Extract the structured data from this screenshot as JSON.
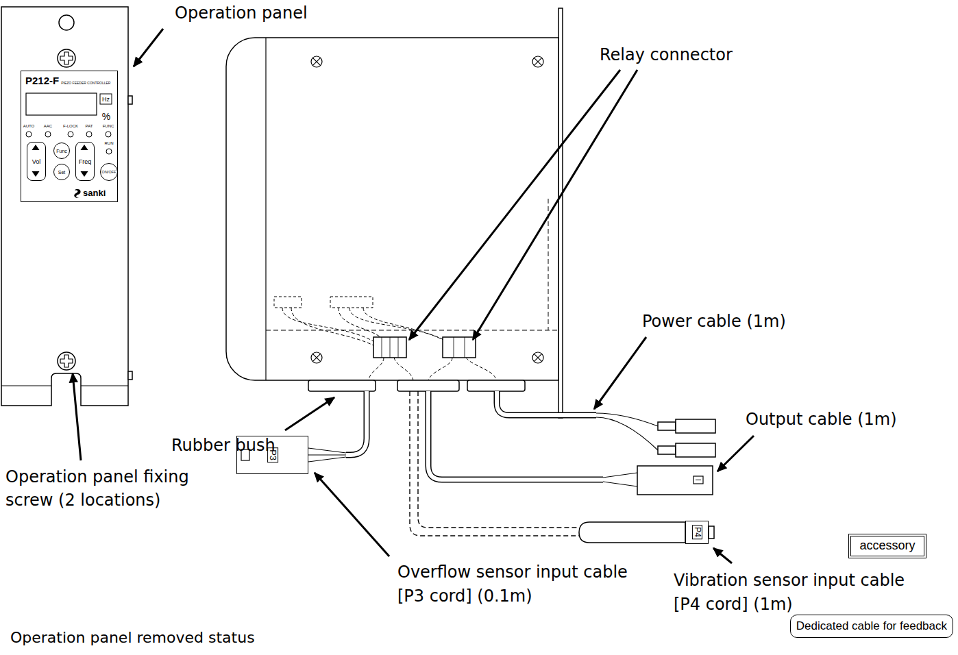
{
  "diagram": {
    "nodes": [
      {
        "text": [
          "P212-F",
          "PIEZO FEEDER CONTROLLER"
        ]
      },
      {
        "text": [
          "Vol"
        ],
        "in": 0
      },
      {
        "text": [
          "Func"
        ],
        "in": 0
      },
      {
        "text": [
          "Set"
        ],
        "in": 0
      },
      {
        "text": [
          "Freq"
        ],
        "in": 0
      },
      {
        "text": [
          "ON/OFF"
        ],
        "in": 0
      },
      {
        "text": [
          "P3"
        ]
      },
      {
        "text": [
          "P4"
        ]
      },
      {
        "text": [
          "accessory"
        ]
      },
      {
        "text": [
          "Dedicated cable for feedback"
        ]
      }
    ],
    "labels": [
      "Operation panel",
      "Hz",
      "%",
      "AUTO",
      "AAC",
      "F-LOCK",
      "PAT",
      "FUNC",
      "RUN",
      "sanki",
      "Relay connector",
      "Power cable (1m)",
      "Output cable (1m)",
      "Rubber bush",
      "Operation panel fixing screw (2 locations)",
      "Overflow sensor input cable [P3 cord] (0.1m)",
      "Vibration sensor input cable [P4 cord] (1m)",
      "Operation panel removed status"
    ]
  }
}
